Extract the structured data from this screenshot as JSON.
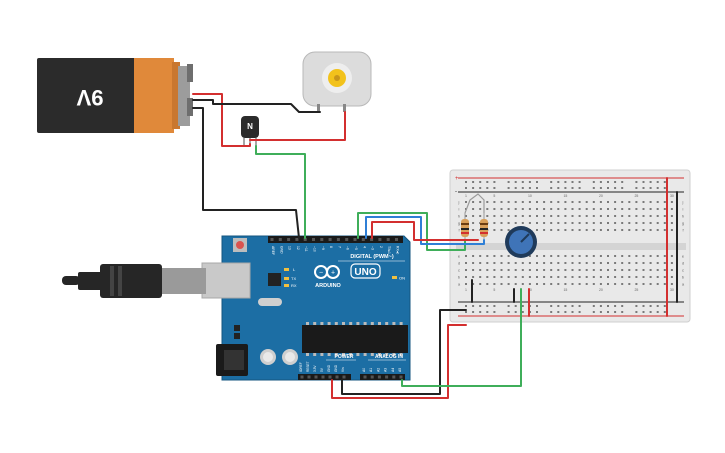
{
  "battery": {
    "label": "9V"
  },
  "transistor": {
    "label": "N"
  },
  "arduino": {
    "brand": "ARDUINO",
    "model": "UNO",
    "digital_label": "DIGITAL (PWM~)",
    "power_label": "POWER",
    "analog_label": "ANALOG IN",
    "on_label": "ON",
    "tx_label": "TX",
    "rx_label": "RX",
    "l_label": "L",
    "digital_pins": [
      "AREF",
      "GND",
      "13",
      "12",
      "~11",
      "~10",
      "~9",
      "8",
      "7",
      "~6",
      "~5",
      "4",
      "~3",
      "2",
      "TX▸1",
      "RX◂0"
    ],
    "power_pins": [
      "IOREF",
      "RESET",
      "3.3V",
      "5V",
      "GND",
      "GND",
      "Vin"
    ],
    "analog_pins": [
      "A0",
      "A1",
      "A2",
      "A3",
      "A4",
      "A5"
    ]
  },
  "breadboard": {
    "column_numbers": [
      "1",
      "5",
      "10",
      "15",
      "20",
      "25",
      "30"
    ],
    "row_letters_top": [
      "j",
      "i",
      "h",
      "g",
      "f"
    ],
    "row_letters_bottom": [
      "e",
      "d",
      "c",
      "b",
      "a"
    ],
    "rail_plus": "+",
    "rail_minus": "-"
  },
  "colors": {
    "wire_red": "#d32f2f",
    "wire_black": "#222222",
    "wire_green": "#3fae5a",
    "wire_blue": "#2f7fd6",
    "arduino_blue": "#1c6ea4",
    "battery_orange": "#e0893a",
    "battery_black": "#2b2b2b"
  }
}
